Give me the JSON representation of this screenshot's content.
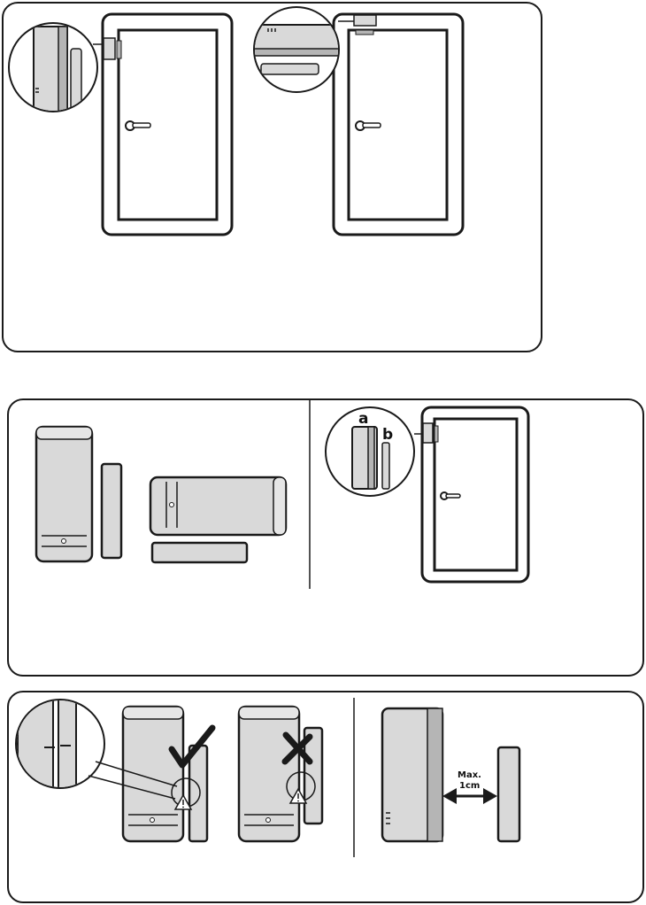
{
  "figures": {
    "mount_options": {
      "panel": "panel-1"
    },
    "parts": {
      "label_a": "a",
      "label_b": "b"
    },
    "alignment": {
      "gap_label_line1": "Max.",
      "gap_label_line2": "1cm"
    }
  },
  "colors": {
    "ink": "#1a1a1a",
    "device_fill": "#d9d9d9",
    "device_shade": "#b5b5b5",
    "door_fill": "#ffffff"
  }
}
